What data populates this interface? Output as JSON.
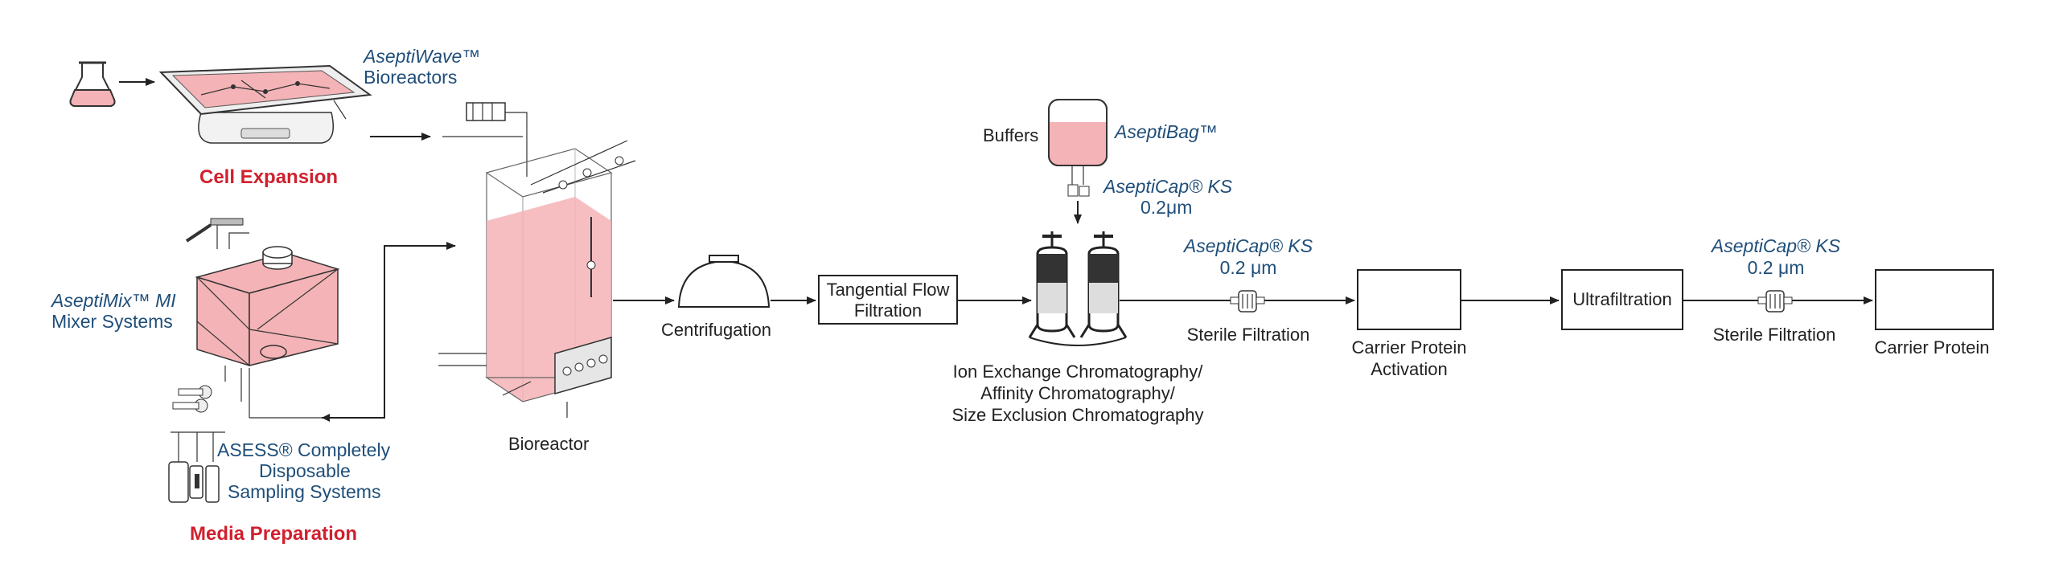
{
  "colors": {
    "accent_red": "#d0202e",
    "product_blue": "#1f4e79",
    "pink_fluid": "#f4b3b6",
    "line": "#222222"
  },
  "labels": {
    "asepti_wave": "AseptiWave™",
    "asepti_wave_sub": "Bioreactors",
    "cell_expansion": "Cell Expansion",
    "asepti_mix": "AseptiMix™ MI",
    "asepti_mix_sub": "Mixer Systems",
    "asess_line1": "ASESS® Completely",
    "asess_line2": "Disposable",
    "asess_line3": "Sampling Systems",
    "media_preparation": "Media Preparation",
    "bioreactor": "Bioreactor",
    "centrifugation": "Centrifugation",
    "tff_line1": "Tangential Flow",
    "tff_line2": "Filtration",
    "buffers": "Buffers",
    "asepti_bag": "AseptiBag™",
    "asepticap_top": "AseptiCap® KS",
    "asepticap_top_size": "0.2μm",
    "chrom_line1": "Ion Exchange Chromatography/",
    "chrom_line2": "Affinity Chromatography/",
    "chrom_line3": "Size Exclusion Chromatography",
    "asepticap_1": "AseptiCap® KS",
    "asepticap_1_size": "0.2 μm",
    "sterile_filtration_1": "Sterile Filtration",
    "carrier_activation_line1": "Carrier Protein",
    "carrier_activation_line2": "Activation",
    "ultrafiltration": "Ultrafiltration",
    "asepticap_2": "AseptiCap® KS",
    "asepticap_2_size": "0.2 μm",
    "sterile_filtration_2": "Sterile Filtration",
    "carrier_protein": "Carrier Protein"
  },
  "icons": [
    "flask-icon",
    "wave-bioreactor-icon",
    "mixer-tank-icon",
    "sampling-system-icon",
    "bioreactor-tank-icon",
    "centrifuge-icon",
    "buffer-bag-icon",
    "chromatography-columns-icon",
    "capsule-filter-icon"
  ]
}
